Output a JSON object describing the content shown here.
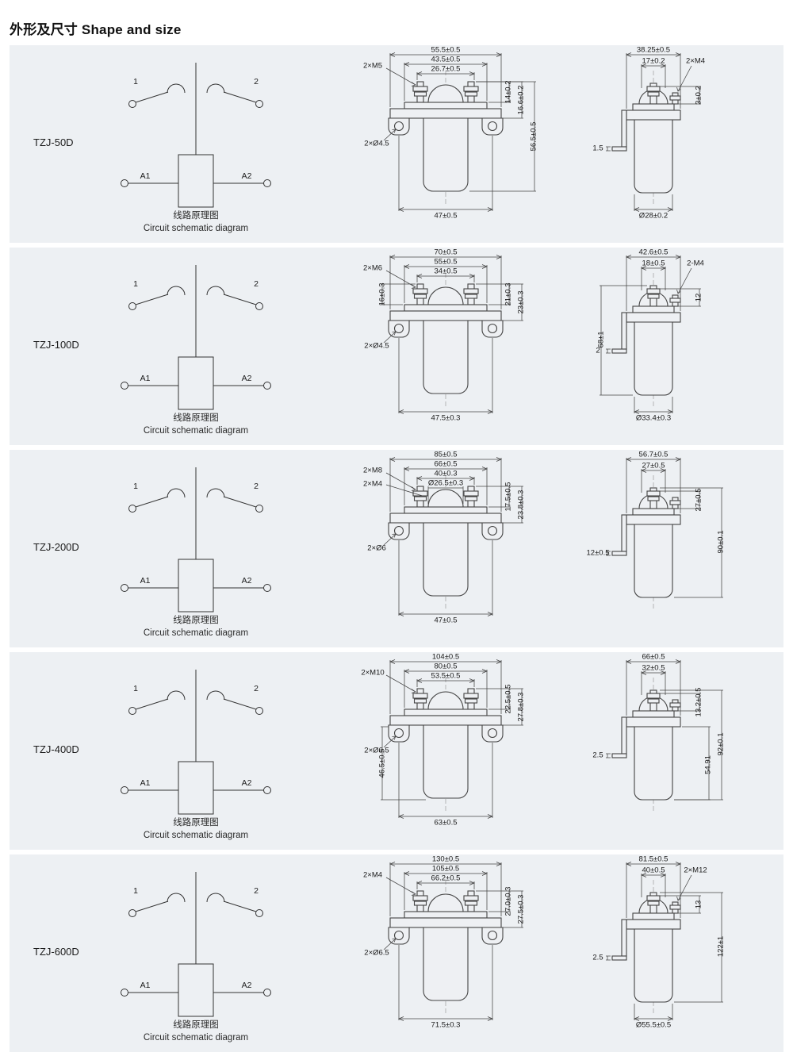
{
  "page": {
    "title": "外形及尺寸 Shape and size"
  },
  "schematic": {
    "t1": "1",
    "t2": "2",
    "a1": "A1",
    "a2": "A2",
    "caption_zh": "线路原理图",
    "caption_en": "Circuit schematic diagram"
  },
  "rows": [
    {
      "model": "TZJ-50D",
      "front": {
        "top1": "55.5±0.5",
        "top2": "43.5±0.5",
        "top3": "26.7±0.5",
        "thread1": "2×M5",
        "hole": "2×Ø4.5",
        "right1": "14±0.2",
        "right2": "16.6±0.2",
        "tall": "56.5±0.5",
        "bottom": "47±0.5"
      },
      "side": {
        "top1": "38.25±0.5",
        "top2": "17±0.2",
        "thread": "2×M4",
        "right1": "3±0.2",
        "left_small": "1.5",
        "bottom": "Ø28±0.2"
      }
    },
    {
      "model": "TZJ-100D",
      "front": {
        "top1": "70±0.5",
        "top2": "55±0.5",
        "top3": "34±0.5",
        "thread1": "2×M6",
        "hole": "2×Ø4.5",
        "leftU": "16±0.3",
        "right1": "21±0.3",
        "right2": "23±0.3",
        "bottom": "47.5±0.3"
      },
      "side": {
        "top1": "42.6±0.5",
        "top2": "18±0.5",
        "thread": "2-M4",
        "right1": "12",
        "talll": "68±1",
        "left_small": "2",
        "bottom": "Ø33.4±0.3"
      }
    },
    {
      "model": "TZJ-200D",
      "front": {
        "top1": "85±0.5",
        "top2": "66±0.5",
        "top3": "40±0.3",
        "top4": "Ø26.5±0.3",
        "thread1": "2×M8",
        "thread2": "2×M4",
        "hole": "2×Ø6",
        "right1": "17.5±0.5",
        "right2": "23.8±0.3",
        "bottom": "47±0.5"
      },
      "side": {
        "top1": "56.7±0.5",
        "top2": "27±0.5",
        "right1": "27±0.5",
        "left_small": "12±0.5",
        "tallr": "90±0.1"
      }
    },
    {
      "model": "TZJ-400D",
      "front": {
        "top1": "104±0.5",
        "top2": "80±0.5",
        "top3": "53.5±0.5",
        "thread1": "2×M10",
        "hole": "2×Ø6.5",
        "leftL": "46.5±0.5",
        "right1": "22.5±0.5",
        "right2": "27.8±0.3",
        "bottom": "63±0.5"
      },
      "side": {
        "top1": "66±0.5",
        "top2": "32±0.5",
        "right1": "13.2±0.5",
        "extra": "54.91",
        "tallr": "92±0.1",
        "left_small": "2.5"
      }
    },
    {
      "model": "TZJ-600D",
      "front": {
        "top1": "130±0.5",
        "top2": "105±0.5",
        "top3": "66.2±0.5",
        "thread1": "2×M4",
        "hole": "2×Ø6.5",
        "right1": "27.0±0.3",
        "right2": "27.5±0.3",
        "bottom": "71.5±0.3"
      },
      "side": {
        "top1": "81.5±0.5",
        "top2": "40±0.5",
        "thread": "2×M12",
        "right1": "13",
        "tallr": "122±1",
        "left_small": "2.5",
        "bottom": "Ø55.5±0.5"
      }
    }
  ]
}
